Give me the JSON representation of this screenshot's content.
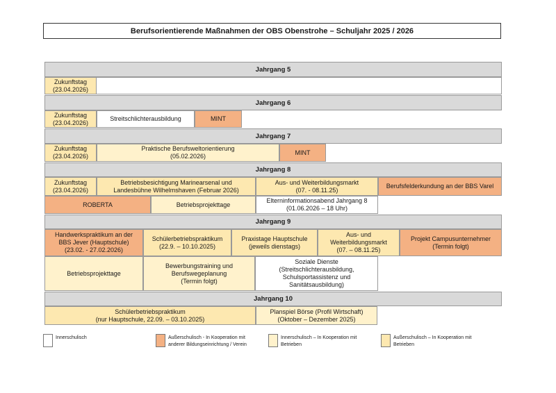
{
  "title": "Berufsorientierende Maßnahmen der OBS Obenstrohe – Schuljahr 2025 / 2026",
  "colors": {
    "innerschulisch": "#ffffff",
    "ausserschulisch_bildung": "#f4b183",
    "innerschulisch_betriebe": "#fff2cc",
    "ausserschulisch_betriebe": "#fde8b0"
  },
  "j5": {
    "header": "Jahrgang 5",
    "zukunft": [
      "Zukunftstag",
      "(23.04.2026)"
    ]
  },
  "j6": {
    "header": "Jahrgang 6",
    "zukunft": [
      "Zukunftstag",
      "(23.04.2026)"
    ],
    "streit": "Streitschlichterausbildung",
    "mint": "MINT"
  },
  "j7": {
    "header": "Jahrgang 7",
    "zukunft": [
      "Zukunftstag",
      "(23.04.2026)"
    ],
    "praktische": [
      "Praktische Berufsweltorientierung",
      "(05.02.2026)"
    ],
    "mint": "MINT"
  },
  "j8": {
    "header": "Jahrgang 8",
    "zukunft": [
      "Zukunftstag",
      "(23.04.2026)"
    ],
    "besichtigung": [
      "Betriebsbesichtigung Marinearsenal und",
      "Landesbühne Wilhelmshaven (Februar 2026)"
    ],
    "markt": [
      "Aus- und Weiterbildungsmarkt",
      "(07. - 08.11.25)"
    ],
    "felder": "Berufsfelderkundung an der BBS Varel",
    "roberta": "ROBERTA",
    "projekttage": "Betriebsprojekttage",
    "eltern": [
      "Elterninformationsabend Jahrgang 8",
      "(01.06.2026 – 18 Uhr)"
    ]
  },
  "j9": {
    "header": "Jahrgang 9",
    "handwerk": [
      "Handwerkspraktikum an der",
      "BBS Jever (Hauptschule)",
      "(23.02. - 27.02.2026)"
    ],
    "schueler": [
      "Schülerbetriebspraktikum",
      "(22.9. – 10.10.2025)"
    ],
    "praxistage": [
      "Praxistage Hauptschule",
      "(jeweils dienstags)"
    ],
    "markt": [
      "Aus- und",
      "Weiterbildungsmarkt",
      "(07. – 08.11.25)"
    ],
    "campus": [
      "Projekt Campusunternehmer",
      "(Termin folgt)"
    ],
    "projekttage": "Betriebsprojekttage",
    "bewerbung": [
      "Bewerbungstraining und",
      "Berufswegeplanung",
      "(Termin folgt)"
    ],
    "soziale": [
      "Soziale Dienste",
      "(Streitschlichterausbildung,",
      "Schulsportassistenz und",
      "Sanitätsausbildung)"
    ]
  },
  "j10": {
    "header": "Jahrgang 10",
    "schueler": [
      "Schülerbetriebspraktikum",
      "(nur Hauptschule, 22.09. – 03.10.2025)"
    ],
    "planspiel": [
      "Planspiel Börse (Profil Wirtschaft)",
      "(Oktober – Dezember 2025)"
    ]
  },
  "legend": {
    "innerschulisch": [
      "Innerschulisch"
    ],
    "ausserschulisch_bildung": [
      "Außerschulisch - In Kooperation mit",
      "anderer Bildungseinrichtung / Verein"
    ],
    "innerschulisch_betriebe": [
      "Innerschulisch – In Kooperation mit",
      "Betrieben"
    ],
    "ausserschulisch_betriebe": [
      "Außerschulisch – In Kooperation mit",
      "Betrieben"
    ]
  }
}
